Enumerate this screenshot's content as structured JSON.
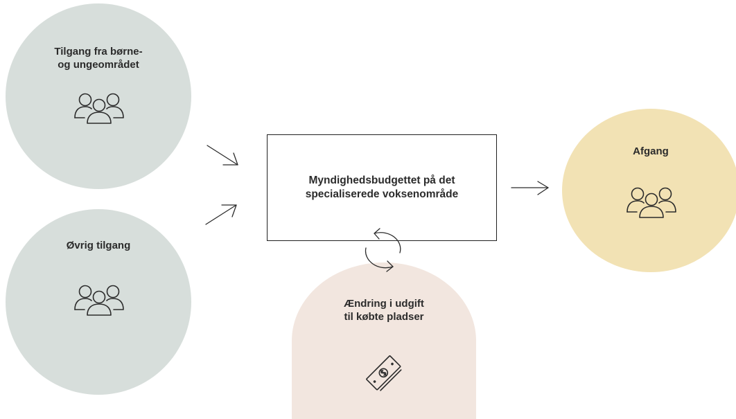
{
  "colors": {
    "grey_circle": "#d7dedb",
    "peach_circle": "#f2e6df",
    "yellow_circle": "#f2e2b4",
    "stroke": "#2b2b2b"
  },
  "nodes": {
    "tilgang_boern": {
      "label": "Tilgang fra børne-\nog ungeområdet",
      "icon": "people-icon"
    },
    "oevrig_tilgang": {
      "label": "Øvrig tilgang",
      "icon": "people-icon"
    },
    "central": {
      "label": "Myndighedsbudgettet på det\nspecialiserede voksenområde"
    },
    "aendring": {
      "label": "Ændring i udgift\ntil købte pladser",
      "icon": "money-icon"
    },
    "afgang": {
      "label": "Afgang",
      "icon": "people-icon"
    }
  }
}
